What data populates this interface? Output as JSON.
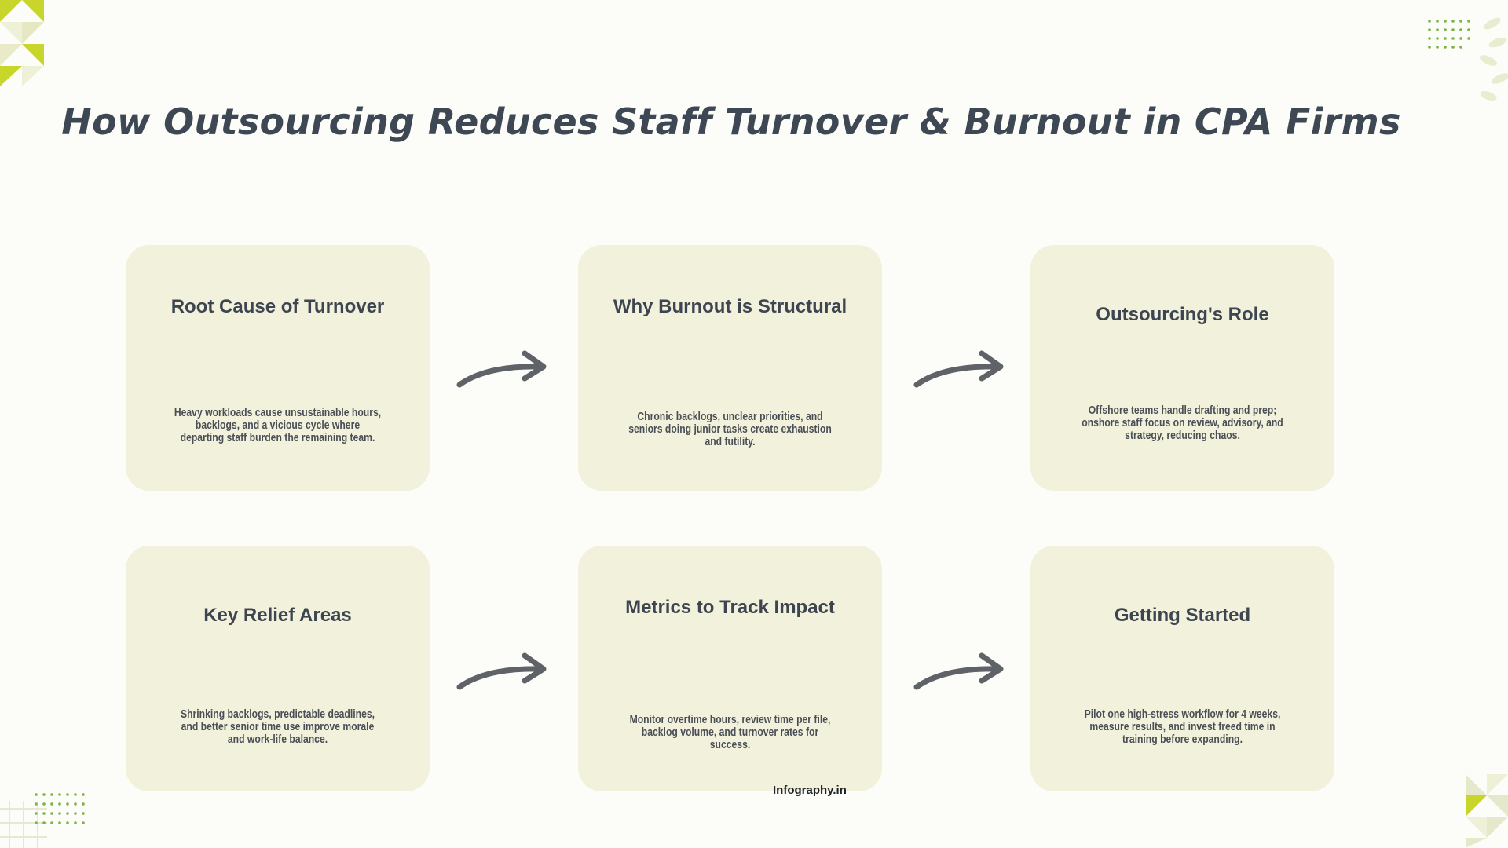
{
  "title": "How Outsourcing Reduces Staff Turnover & Burnout in CPA Firms",
  "cards": [
    {
      "title": "Root Cause of Turnover",
      "description": "Heavy workloads cause unsustainable hours, backlogs, and a vicious cycle where departing staff burden the remaining team."
    },
    {
      "title": "Why Burnout is Structural",
      "description": "Chronic backlogs, unclear priorities, and seniors doing junior tasks create exhaustion and futility."
    },
    {
      "title": "Outsourcing's Role",
      "description": "Offshore teams handle drafting and prep; onshore staff focus on review, advisory, and strategy, reducing chaos."
    },
    {
      "title": "Key Relief Areas",
      "description": "Shrinking backlogs, predictable deadlines, and better senior time use improve morale and work-life balance."
    },
    {
      "title": "Metrics to Track Impact",
      "description": "Monitor overtime hours, review time per file, backlog volume, and turnover rates for success."
    },
    {
      "title": "Getting Started",
      "description": "Pilot one high-stress workflow for 4 weeks, measure results, and invest freed time in training before expanding."
    }
  ],
  "brand": "Infography.in",
  "colors": {
    "card": "#f2f1dc",
    "accent": "#c8d62b",
    "arrow": "#5f6368",
    "dots": "#7cb342"
  },
  "icons": [
    "arrow-right-icon"
  ]
}
